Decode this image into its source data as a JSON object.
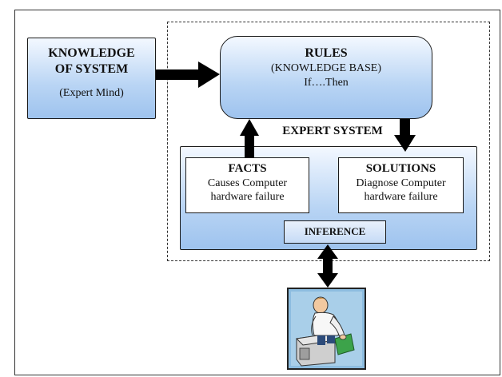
{
  "knowledge": {
    "title_line1": "KNOWLEDGE",
    "title_line2": "OF SYSTEM",
    "subtitle": "(Expert Mind)"
  },
  "rules": {
    "title": "RULES",
    "line2": "(KNOWLEDGE BASE)",
    "line3": "If….Then"
  },
  "expert_system_label": "EXPERT SYSTEM",
  "facts": {
    "title": "FACTS",
    "line1": "Causes Computer",
    "line2": "hardware failure"
  },
  "solutions": {
    "title": "SOLUTIONS",
    "line1": "Diagnose Computer",
    "line2": "hardware failure"
  },
  "inference": "INFERENCE",
  "colors": {
    "box_fill_light": "#f3f8ff",
    "box_fill_dark": "#9ec3ee",
    "arrow": "#000000"
  },
  "illustration": "person-repairing-computer"
}
